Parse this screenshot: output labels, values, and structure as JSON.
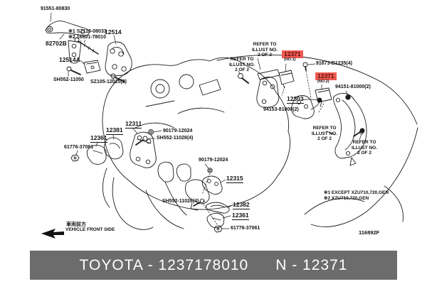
{
  "colors": {
    "highlight_bg": "#ef5a52",
    "highlight_text": "#5c0f0f",
    "footer_bg": "#6c6c6c",
    "footer_text": "#ffffff",
    "line_art": "#1c1c1c",
    "background": "#ffffff"
  },
  "refer": [
    "REFER TO",
    "ILLUST NO.",
    "2 OF 2"
  ],
  "front": {
    "jp": "車両前方",
    "en": "VEHICLE FRONT SIDE"
  },
  "notes": {
    "n1": "※1 EXCEPT XZU710,720,GEN",
    "n2": "※2 XZU710,720,GEN"
  },
  "figure_code": "116892F",
  "parts": {
    "b91551": "91551-80830",
    "p82702B": "82702B",
    "nSZ119": "※1 SZ119-08033",
    "n16601": "※2 16601-78010",
    "p12514": "12514",
    "p12514A": "12514A",
    "bSH11050": "SH552-11050",
    "bSZ105": "SZ105-12025(2)",
    "p12311": "12311",
    "p12381": "12381",
    "p12361": "12361",
    "n61776": "61776-37061",
    "n90179": "90179-12024",
    "bSH11028": "SH552-11028(4)",
    "p12371": "12371",
    "no1": "(NO.1)",
    "no2": "(NO.2)",
    "b91673": "91673-B1235(4)",
    "p12303": "12303",
    "n94153": "94153-81000(2)",
    "n94151": "94151-81000(2)",
    "p12315": "12315",
    "p12382": "12382"
  },
  "footer": {
    "catalog": "TOYOTA - 1237178010",
    "part": "N - 12371"
  }
}
